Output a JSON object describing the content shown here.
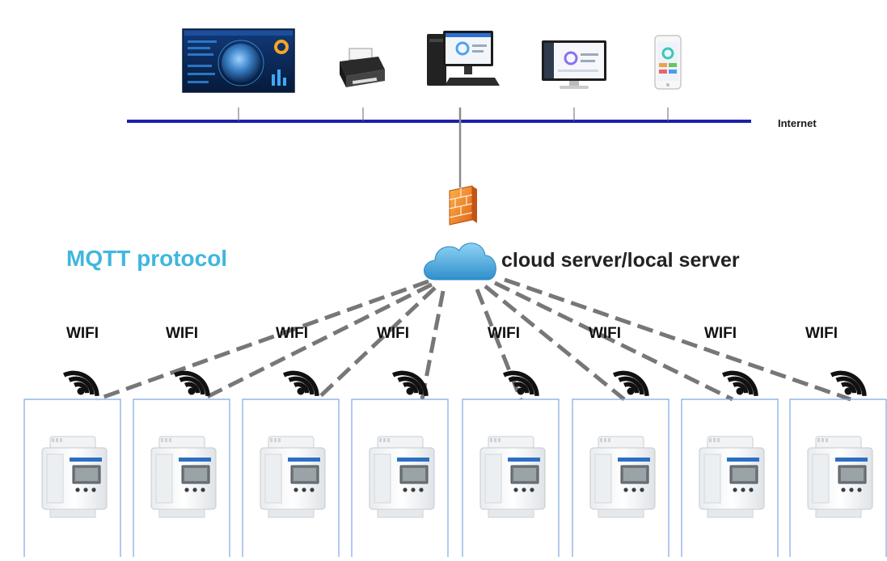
{
  "network": {
    "internet_label": "Internet"
  },
  "protocol": {
    "label": "MQTT protocol"
  },
  "server": {
    "label": "cloud server/local server"
  },
  "devices": {
    "wifi_label": "WIFI",
    "meters": [
      {
        "wifi": "WIFI"
      },
      {
        "wifi": "WIFI"
      },
      {
        "wifi": "WIFI"
      },
      {
        "wifi": "WIFI"
      },
      {
        "wifi": "WIFI"
      },
      {
        "wifi": "WIFI"
      },
      {
        "wifi": "WIFI"
      },
      {
        "wifi": "WIFI"
      }
    ]
  },
  "colors": {
    "backbone": "#1f1fa8",
    "protocol_text": "#3fb7de",
    "dash_link": "#777777",
    "meter_border": "#7ea6e8",
    "cloud": "#5ab4e0",
    "firewall": "#f08a2a"
  },
  "icons": {
    "top_row": [
      "dashboard-screen-icon",
      "printer-icon",
      "desktop-pc-icon",
      "monitor-icon",
      "smartphone-icon"
    ],
    "middle": [
      "firewall-icon",
      "cloud-icon"
    ],
    "device": [
      "wifi-signal-icon",
      "energy-meter-icon"
    ]
  }
}
